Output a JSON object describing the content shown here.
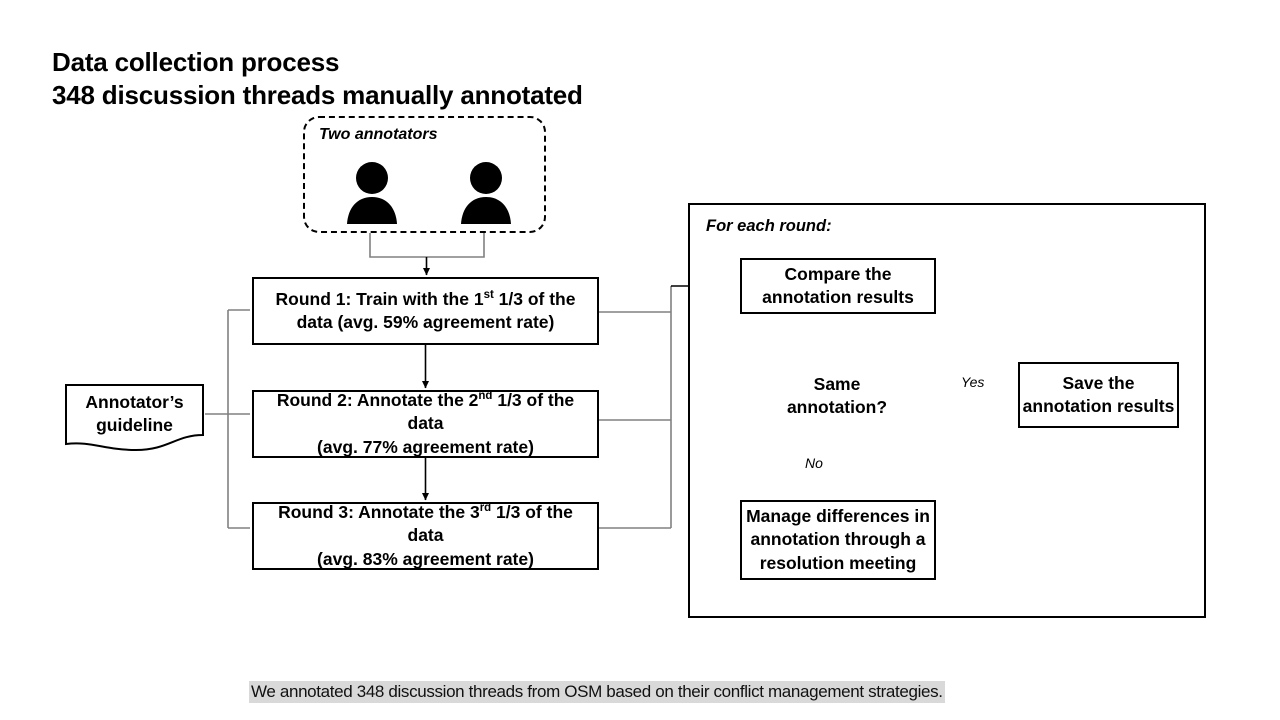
{
  "slide": {
    "title": "Data collection process",
    "subtitle": "348 discussion threads manually annotated",
    "caption": "We annotated 348 discussion threads from OSM based on their conflict management strategies.",
    "background_color": "#ffffff",
    "line_color": "#000000",
    "connector_gray": "#808080",
    "caption_highlight": "#d9d9d9"
  },
  "annotators": {
    "label": "Two annotators",
    "person_count": 2,
    "icon": "person-icon"
  },
  "guideline": {
    "line1": "Annotator’s",
    "line2": "guideline"
  },
  "rounds": [
    {
      "id": "round-1",
      "prefix": "Round 1: Train with the 1",
      "ordinal": "st",
      "middle": " 1/3 of the",
      "line2": "data (avg. 59% agreement rate)",
      "agreement_rate": "59%"
    },
    {
      "id": "round-2",
      "prefix": "Round 2: Annotate the 2",
      "ordinal": "nd",
      "middle": " 1/3 of the data",
      "line2": "(avg. 77% agreement rate)",
      "agreement_rate": "77%"
    },
    {
      "id": "round-3",
      "prefix": "Round 3: Annotate the 3",
      "ordinal": "rd",
      "middle": " 1/3 of the data",
      "line2": "(avg. 83% agreement rate)",
      "agreement_rate": "83%"
    }
  ],
  "panel": {
    "label": "For each round:",
    "compare": {
      "line1": "Compare the",
      "line2": "annotation results"
    },
    "decision": {
      "line1": "Same",
      "line2": "annotation?"
    },
    "save": {
      "line1": "Save the",
      "line2": "annotation results"
    },
    "manage": {
      "line1": "Manage differences in",
      "line2": "annotation through a",
      "line3": "resolution meeting"
    },
    "yes_label": "Yes",
    "no_label": "No"
  }
}
